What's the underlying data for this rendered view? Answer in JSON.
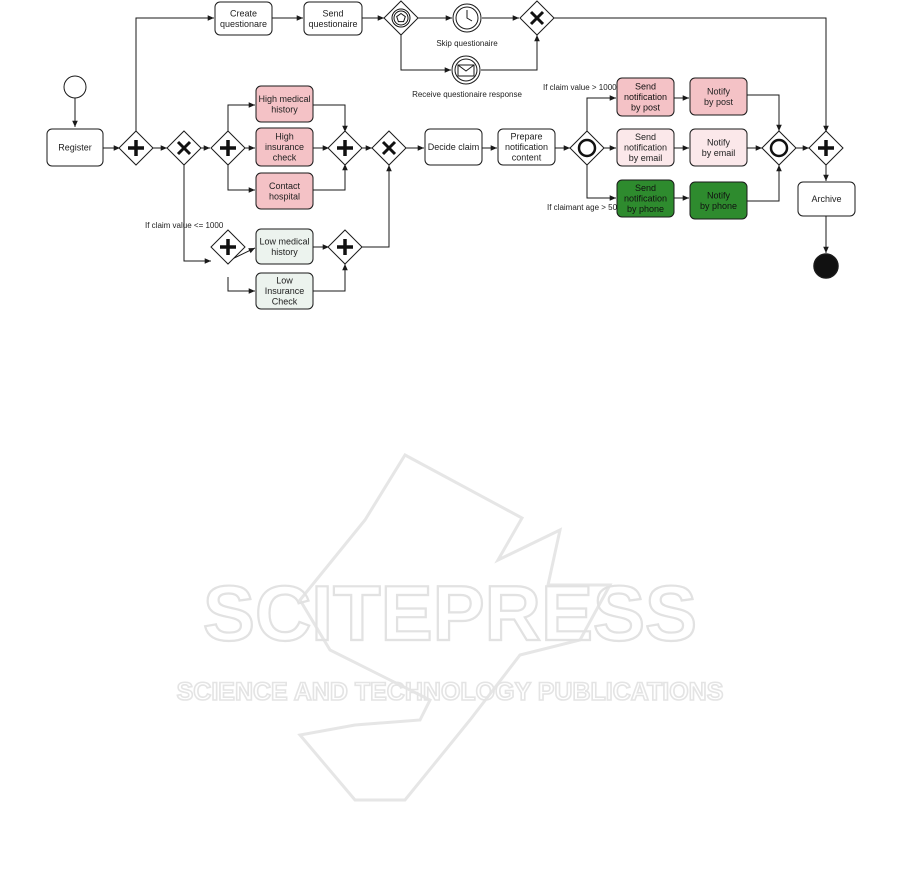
{
  "watermark": {
    "title": "SCITEPRESS",
    "subtitle": "SCIENCE AND TECHNOLOGY PUBLICATIONS"
  },
  "tasks": {
    "create_questionnaire": [
      "Create",
      "questionare"
    ],
    "send_questionnaire": [
      "Send",
      "questionaire"
    ],
    "register": [
      "Register"
    ],
    "high_medical_history": [
      "High medical",
      "history"
    ],
    "high_insurance_check": [
      "High",
      "insurance",
      "check"
    ],
    "contact_hospital": [
      "Contact",
      "hospital"
    ],
    "low_medical_history": [
      "Low medical",
      "history"
    ],
    "low_insurance_check": [
      "Low",
      "Insurance",
      "Check"
    ],
    "decide_claim": [
      "Decide claim"
    ],
    "prepare_notification": [
      "Prepare",
      "notification",
      "content"
    ],
    "send_by_post": [
      "Send",
      "notification",
      "by post"
    ],
    "send_by_email": [
      "Send",
      "notification",
      "by email"
    ],
    "send_by_phone": [
      "Send",
      "notification",
      "by phone"
    ],
    "notify_by_post": [
      "Notify",
      "by post"
    ],
    "notify_by_email": [
      "Notify",
      "by email"
    ],
    "notify_by_phone": [
      "Notify",
      "by phone"
    ],
    "archive": [
      "Archive"
    ]
  },
  "labels": {
    "skip_questionnaire": "Skip questionaire",
    "receive_response": "Receive questionaire response",
    "claim_low": "If claim value <= 1000",
    "claim_high": "If claim value > 1000",
    "claimant_age": "If claimant age > 50"
  },
  "colors": {
    "high_path": "#f4c2c6",
    "low_path": "#ecf3ee",
    "email_path": "#fbe8ea",
    "phone_path": "#2e8b2e",
    "neutral": "#ffffff"
  }
}
